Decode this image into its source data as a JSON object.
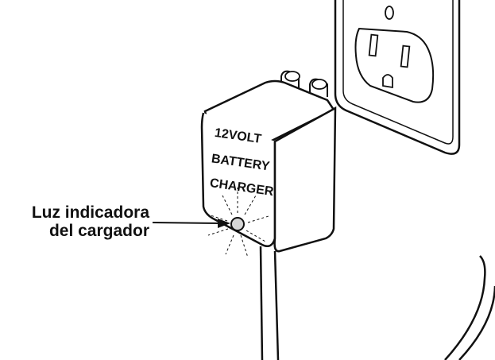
{
  "diagram": {
    "charger_label": [
      "12VOLT",
      "BATTERY",
      "CHARGER"
    ],
    "callout": {
      "lines": [
        "Luz indicadora",
        "del cargador"
      ]
    },
    "colors": {
      "line": "#111111",
      "background": "#ffffff",
      "indicator_light": "#d6d6d6"
    }
  }
}
